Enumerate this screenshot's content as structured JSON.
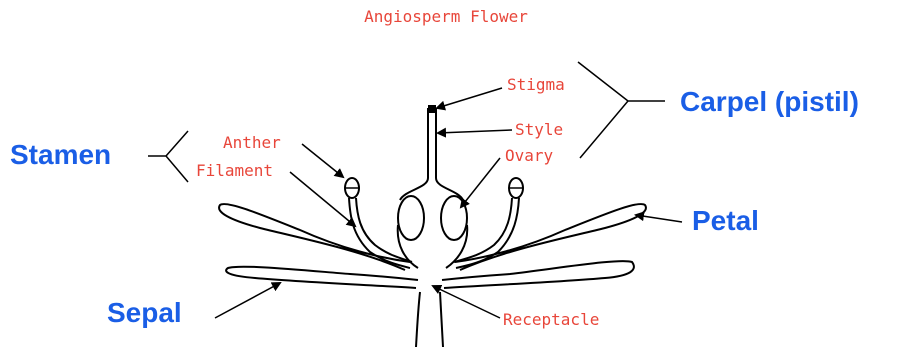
{
  "title": "Angiosperm Flower",
  "labels": {
    "stigma": "Stigma",
    "style": "Style",
    "ovary": "Ovary",
    "anther": "Anther",
    "filament": "Filament",
    "receptacle": "Receptacle"
  },
  "groups": {
    "carpel": "Carpel (pistil)",
    "stamen": "Stamen",
    "petal": "Petal",
    "sepal": "Sepal"
  },
  "colors": {
    "part_label": "#e8463a",
    "group_label": "#1a5ee6",
    "outline": "#000000"
  }
}
